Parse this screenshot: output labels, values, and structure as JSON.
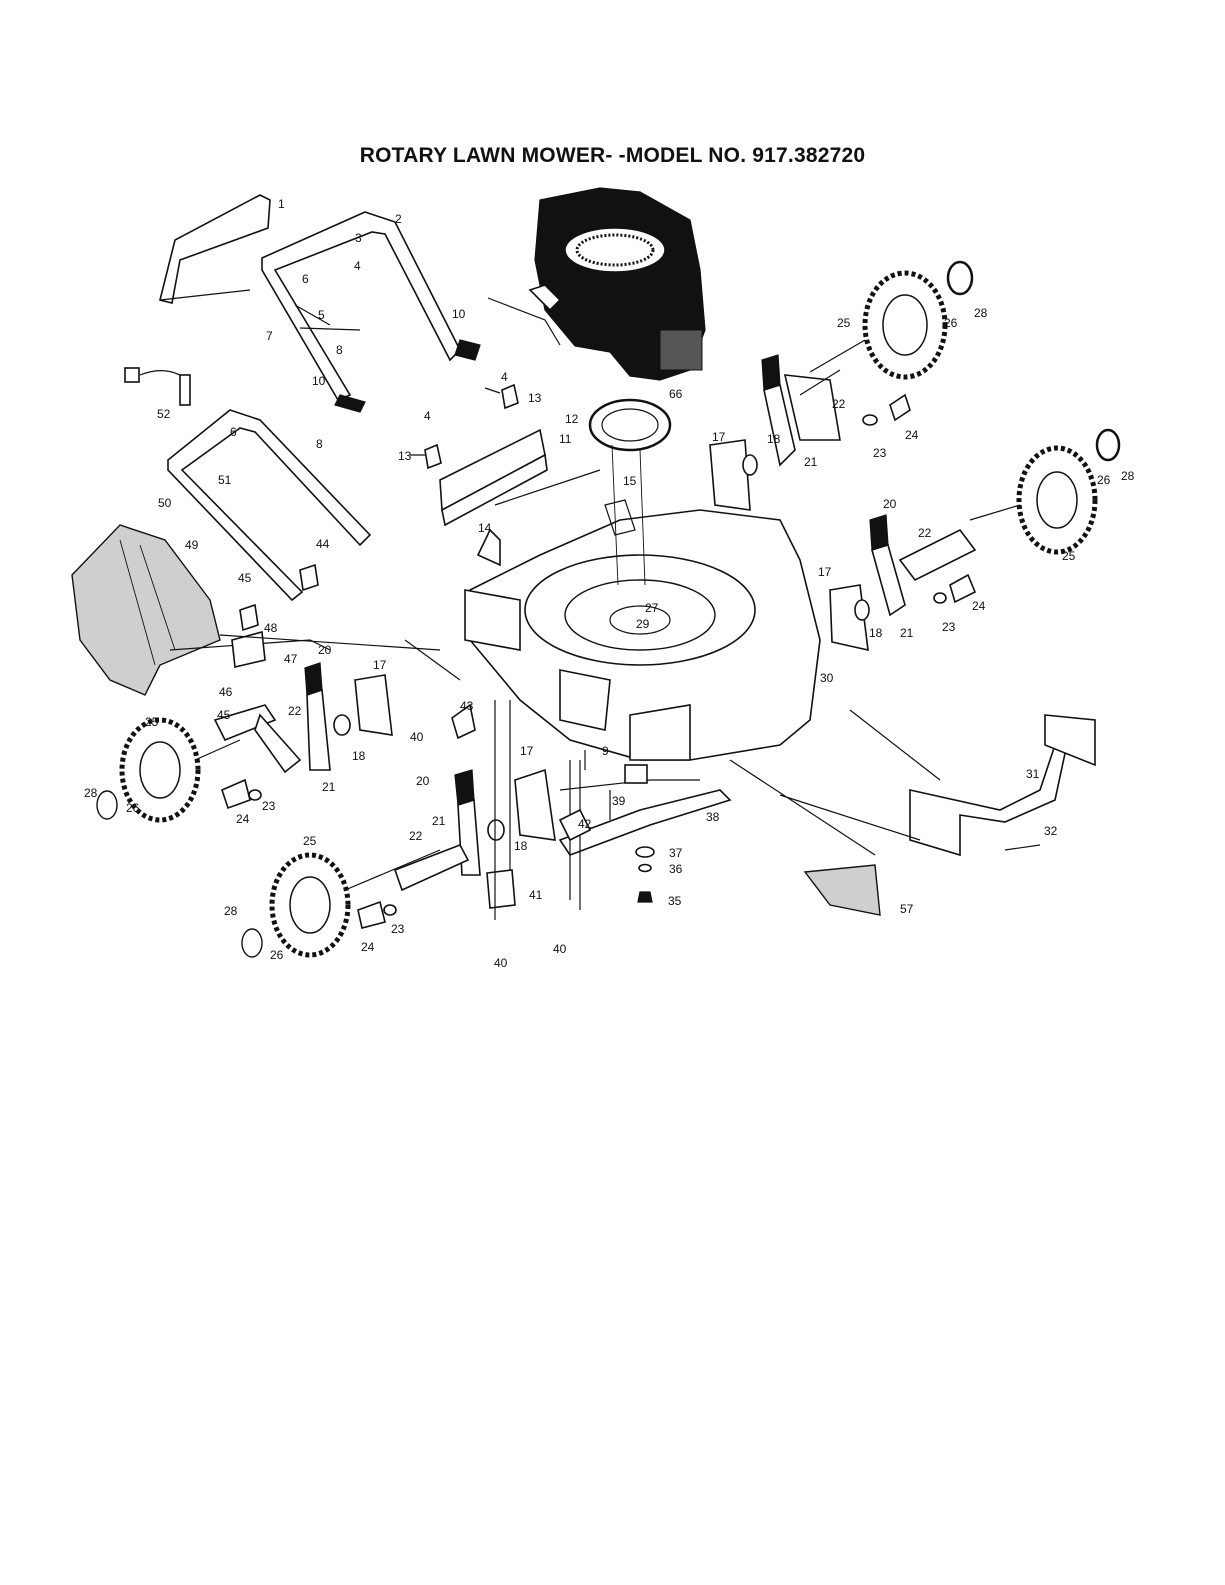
{
  "title": "ROTARY LAWN MOWER- -MODEL NO. 917.382720",
  "parts": [
    {
      "id": "p1",
      "label": "1"
    },
    {
      "id": "p2",
      "label": "2"
    },
    {
      "id": "p3",
      "label": "3"
    },
    {
      "id": "p4a",
      "label": "4"
    },
    {
      "id": "p4b",
      "label": "4"
    },
    {
      "id": "p4c",
      "label": "4"
    },
    {
      "id": "p5",
      "label": "5"
    },
    {
      "id": "p6a",
      "label": "6"
    },
    {
      "id": "p6b",
      "label": "6"
    },
    {
      "id": "p7",
      "label": "7"
    },
    {
      "id": "p8a",
      "label": "8"
    },
    {
      "id": "p8b",
      "label": "8"
    },
    {
      "id": "p9",
      "label": "9"
    },
    {
      "id": "p10a",
      "label": "10"
    },
    {
      "id": "p10b",
      "label": "10"
    },
    {
      "id": "p11",
      "label": "11"
    },
    {
      "id": "p12",
      "label": "12"
    },
    {
      "id": "p13a",
      "label": "13"
    },
    {
      "id": "p13b",
      "label": "13"
    },
    {
      "id": "p14",
      "label": "14"
    },
    {
      "id": "p15",
      "label": "15"
    },
    {
      "id": "p17a",
      "label": "17"
    },
    {
      "id": "p17b",
      "label": "17"
    },
    {
      "id": "p17c",
      "label": "17"
    },
    {
      "id": "p17d",
      "label": "17"
    },
    {
      "id": "p18a",
      "label": "18"
    },
    {
      "id": "p18b",
      "label": "18"
    },
    {
      "id": "p18c",
      "label": "18"
    },
    {
      "id": "p18d",
      "label": "18"
    },
    {
      "id": "p20a",
      "label": "20"
    },
    {
      "id": "p20b",
      "label": "20"
    },
    {
      "id": "p20c",
      "label": "20"
    },
    {
      "id": "p20d",
      "label": "20"
    },
    {
      "id": "p21a",
      "label": "21"
    },
    {
      "id": "p21b",
      "label": "21"
    },
    {
      "id": "p21c",
      "label": "21"
    },
    {
      "id": "p21d",
      "label": "21"
    },
    {
      "id": "p22a",
      "label": "22"
    },
    {
      "id": "p22b",
      "label": "22"
    },
    {
      "id": "p22c",
      "label": "22"
    },
    {
      "id": "p22d",
      "label": "22"
    },
    {
      "id": "p23a",
      "label": "23"
    },
    {
      "id": "p23b",
      "label": "23"
    },
    {
      "id": "p23c",
      "label": "23"
    },
    {
      "id": "p23d",
      "label": "23"
    },
    {
      "id": "p24a",
      "label": "24"
    },
    {
      "id": "p24b",
      "label": "24"
    },
    {
      "id": "p24c",
      "label": "24"
    },
    {
      "id": "p24d",
      "label": "24"
    },
    {
      "id": "p25a",
      "label": "25"
    },
    {
      "id": "p25b",
      "label": "25"
    },
    {
      "id": "p25c",
      "label": "25"
    },
    {
      "id": "p25d",
      "label": "25"
    },
    {
      "id": "p26a",
      "label": "26"
    },
    {
      "id": "p26b",
      "label": "26"
    },
    {
      "id": "p26c",
      "label": "26"
    },
    {
      "id": "p26d",
      "label": "26"
    },
    {
      "id": "p27",
      "label": "27"
    },
    {
      "id": "p28a",
      "label": "28"
    },
    {
      "id": "p28b",
      "label": "28"
    },
    {
      "id": "p28c",
      "label": "28"
    },
    {
      "id": "p28d",
      "label": "28"
    },
    {
      "id": "p29",
      "label": "29"
    },
    {
      "id": "p30",
      "label": "30"
    },
    {
      "id": "p31",
      "label": "31"
    },
    {
      "id": "p32",
      "label": "32"
    },
    {
      "id": "p35",
      "label": "35"
    },
    {
      "id": "p36",
      "label": "36"
    },
    {
      "id": "p37",
      "label": "37"
    },
    {
      "id": "p38",
      "label": "38"
    },
    {
      "id": "p39",
      "label": "39"
    },
    {
      "id": "p40a",
      "label": "40"
    },
    {
      "id": "p40b",
      "label": "40"
    },
    {
      "id": "p40c",
      "label": "40"
    },
    {
      "id": "p41",
      "label": "41"
    },
    {
      "id": "p42",
      "label": "42"
    },
    {
      "id": "p43",
      "label": "43"
    },
    {
      "id": "p44",
      "label": "44"
    },
    {
      "id": "p45a",
      "label": "45"
    },
    {
      "id": "p45b",
      "label": "45"
    },
    {
      "id": "p46",
      "label": "46"
    },
    {
      "id": "p47",
      "label": "47"
    },
    {
      "id": "p48",
      "label": "48"
    },
    {
      "id": "p49",
      "label": "49"
    },
    {
      "id": "p50",
      "label": "50"
    },
    {
      "id": "p51",
      "label": "51"
    },
    {
      "id": "p52",
      "label": "52"
    },
    {
      "id": "p57",
      "label": "57"
    },
    {
      "id": "p66",
      "label": "66"
    }
  ]
}
